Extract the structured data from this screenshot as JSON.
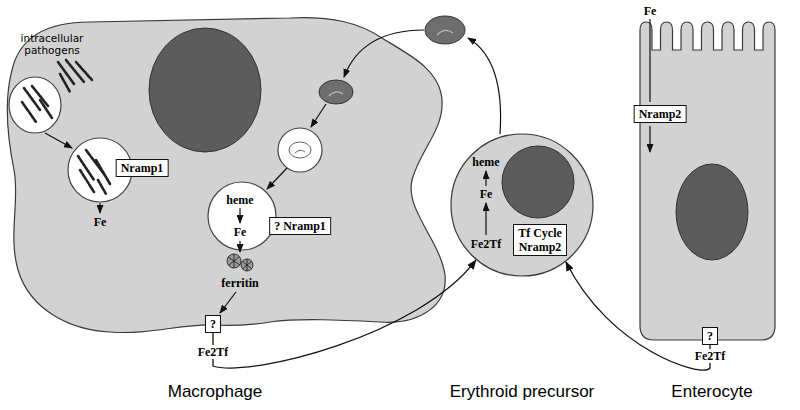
{
  "diagram": {
    "nodes": [
      {
        "text": [
          "Macrophage"
        ]
      },
      {
        "text": [
          "Nramp1"
        ],
        "in": 0
      },
      {
        "text": [
          "? Nramp1"
        ],
        "in": 0
      },
      {
        "text": [
          "?"
        ],
        "in": 0
      },
      {
        "text": [
          "Erythroid precursor"
        ]
      },
      {
        "text": [
          "Tf Cycle Nramp2"
        ],
        "in": 4
      },
      {
        "text": [
          "Enterocyte"
        ]
      },
      {
        "text": [
          "Nramp2"
        ],
        "in": 6
      },
      {
        "text": [
          "?"
        ],
        "in": 6
      }
    ],
    "edges": [
      {
        "from": 3,
        "to": 4,
        "arrow": "to",
        "label": "Fe2Tf"
      },
      {
        "from": 8,
        "to": 4,
        "arrow": "to",
        "label": "Fe2Tf"
      }
    ],
    "labels": [
      "intracellular pathogens",
      "Fe",
      "heme",
      "Fe",
      "ferritin",
      "heme",
      "Fe",
      "Fe2Tf",
      "Fe"
    ]
  }
}
